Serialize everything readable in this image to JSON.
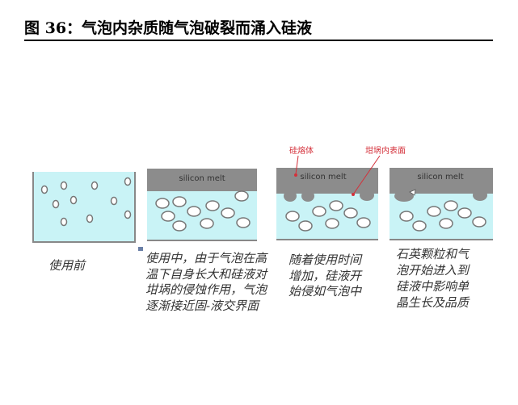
{
  "figure": {
    "title": "图 36：气泡内杂质随气泡破裂而涌入硅液"
  },
  "panels": [
    {
      "caption": [
        "使用前"
      ]
    },
    {
      "melt_label": "silicon melt",
      "caption": [
        "使用中，由于气泡在高",
        "温下自身长大和硅液对",
        "坩埚的侵蚀作用，气泡",
        "逐渐接近固-液交界面"
      ]
    },
    {
      "melt_label": "silicon melt",
      "annotations": [
        "硅熔体",
        "坩埚内表面"
      ],
      "caption": [
        "随着使用时间",
        "增加，硅液开",
        "始侵如气泡中"
      ]
    },
    {
      "melt_label": "silicon melt",
      "caption": [
        "石英颗粒和气",
        "泡开始进入到",
        "硅液中影响单",
        "晶生长及品质"
      ]
    }
  ],
  "colors": {
    "liquid": "#c9f3f6",
    "melt": "#8c8c8c",
    "bubble_stroke": "#777777",
    "annotation": "#d4303a"
  }
}
